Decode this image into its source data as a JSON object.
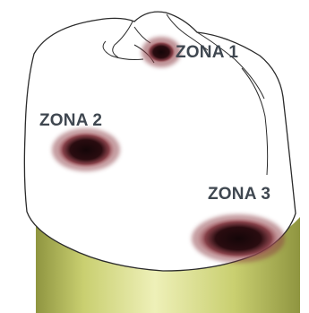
{
  "diagram": {
    "labels": {
      "zone1": "ZONA 1",
      "zone2": "ZONA 2",
      "zone3": "ZONA 3"
    },
    "colors": {
      "background": "#ffffff",
      "crown_fill": "#ffffff",
      "outline": "#2b2b2b",
      "root_light": "#eef0b8",
      "root_mid": "#c9cf70",
      "root_dark": "#8f9540",
      "lesion_core": "#1a0a0c",
      "lesion_halo": "#8a3a42",
      "label_text": "#3f4750"
    }
  }
}
